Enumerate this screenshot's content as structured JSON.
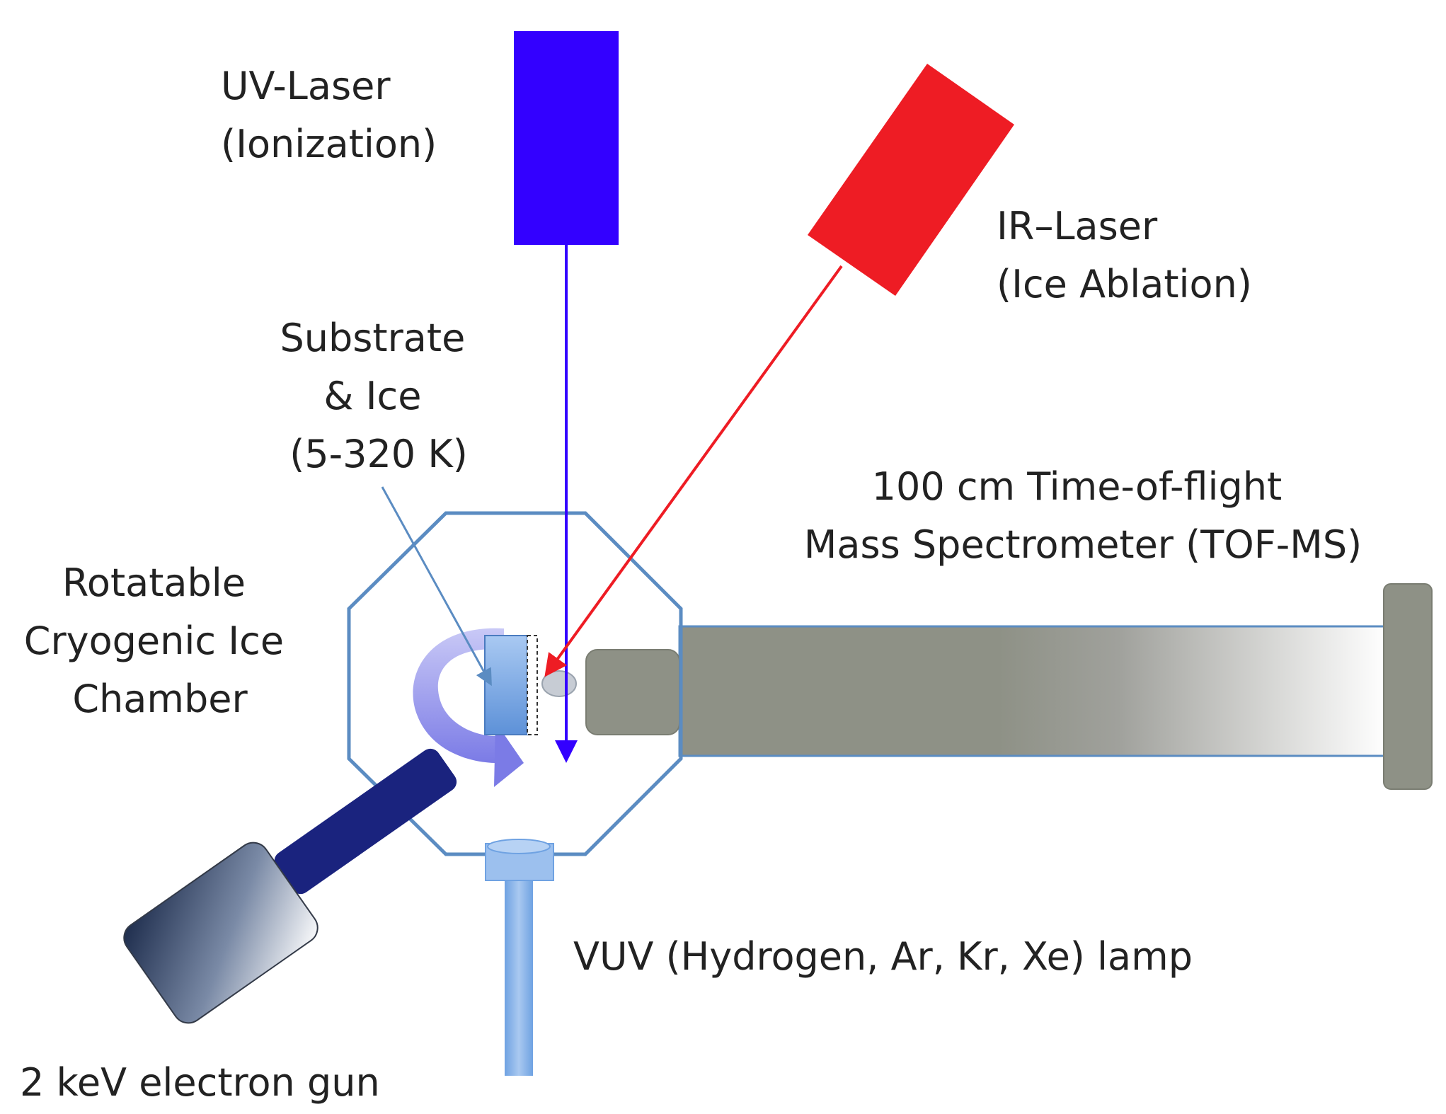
{
  "labels": {
    "uv_laser": [
      "UV-Laser",
      "(Ionization)"
    ],
    "ir_laser": [
      "IR–Laser",
      "(Ice Ablation)"
    ],
    "substrate": [
      "Substrate",
      "& Ice",
      "(5-320 K)"
    ],
    "chamber": [
      "Rotatable",
      "Cryogenic Ice",
      "Chamber"
    ],
    "tof_ms": [
      "100 cm Time-of-flight",
      "Mass Spectrometer (TOF-MS)"
    ],
    "vuv_lamp": "VUV (Hydrogen, Ar, Kr, Xe) lamp",
    "electron_gun": "2 keV electron gun"
  },
  "colors": {
    "uv_laser": "#3300ff",
    "ir_laser": "#ee1c24",
    "chamber_outline": "#5b8cc2",
    "tof_body": "#8e9186",
    "substrate": "#7aaae6",
    "rotation_arrow": "#8a8ae8",
    "electron_gun": "#1a237e"
  }
}
